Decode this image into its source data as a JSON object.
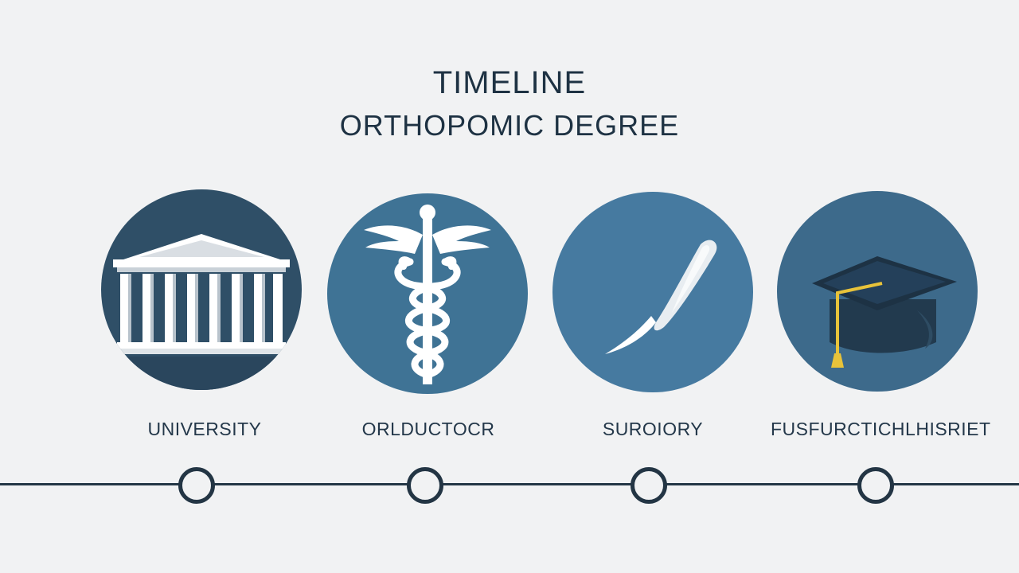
{
  "header": {
    "title": "TIMELINE",
    "subtitle": "ORTHOPOMIC DEGREE"
  },
  "steps": [
    {
      "label": "UNIVERSITY",
      "icon": "university-building-icon",
      "color": "#2f4f67"
    },
    {
      "label": "ORLDUCTOCR",
      "icon": "caduceus-icon",
      "color": "#3f7395"
    },
    {
      "label": "SUROIORY",
      "icon": "scalpel-icon",
      "color": "#467aa0"
    },
    {
      "label": "FUSFURCTICHLHISRIET",
      "icon": "graduation-cap-icon",
      "color": "#3d6a8b"
    }
  ],
  "colors": {
    "background": "#f1f2f3",
    "text": "#1e3243",
    "timeline": "#243746",
    "tassel": "#e8c33a"
  }
}
